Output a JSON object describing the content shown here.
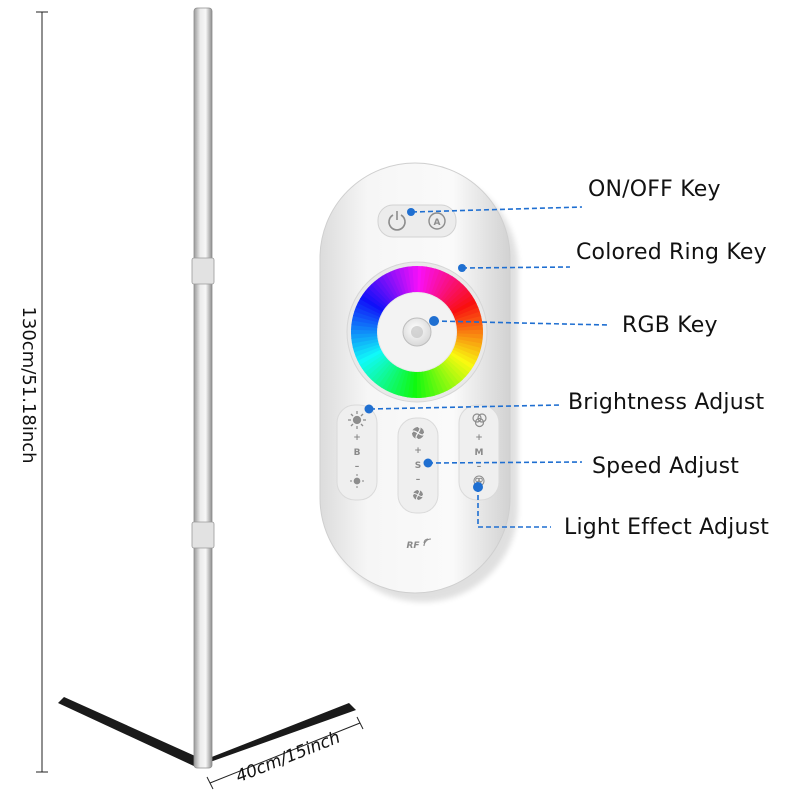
{
  "dimensions": {
    "height_label": "130cm/51.18inch",
    "width_label": "40cm/15inch"
  },
  "remote": {
    "keys": {
      "brightness": "B",
      "speed": "S",
      "mode": "M",
      "plus": "+",
      "minus": "–",
      "rf": "RF"
    }
  },
  "callouts": {
    "on_off": "ON/OFF  Key",
    "colored_ring": "Colored Ring Key",
    "rgb": "RGB Key",
    "brightness": "Brightness Adjust",
    "speed": "Speed Adjust",
    "light_effect": "Light Effect Adjust"
  },
  "colors": {
    "leader_line": "#1f6fd1",
    "lamp_pole": "#c9c9c9",
    "lamp_base": "#1a1a1a",
    "remote_body": "#f4f4f4"
  }
}
